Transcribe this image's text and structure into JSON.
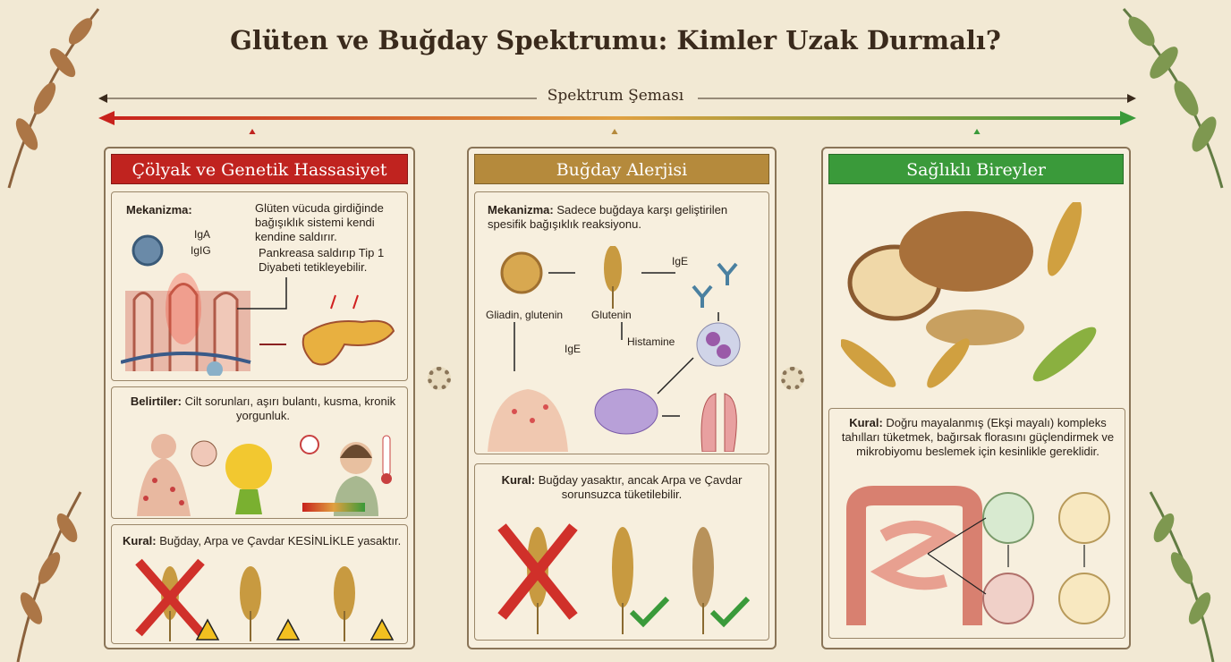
{
  "title": "Glüten ve Buğday Spektrumu: Kimler Uzak Durmalı?",
  "spectrum": {
    "label": "Spektrum Şeması",
    "colors": {
      "left": "#c8221c",
      "mid": "#e0a040",
      "right": "#3a9a3a"
    }
  },
  "panels": [
    {
      "title": "Çölyak ve Genetik Hassasiyet",
      "color": "#c0231f",
      "mechanism_label": "Mekanizma:",
      "mechanism_text": "Glüten vücuda girdiğinde bağışıklık sistemi kendi kendine saldırır.",
      "mechanism_text2": "Pankreasa saldırıp Tip 1 Diyabeti tetikleyebilir.",
      "antibodies": [
        "IgA",
        "IgIG"
      ],
      "symptoms_label": "Belirtiler:",
      "symptoms_text": "Cilt sorunları, aşırı bulantı, kusma, kronik yorgunluk.",
      "rule_label": "Kural:",
      "rule_text": "Buğday, Arpa ve Çavdar KESİNLİKLE yasaktır."
    },
    {
      "title": "Buğday Alerjisi",
      "color": "#b58a3c",
      "mechanism_label": "Mekanizma:",
      "mechanism_text": "Sadece buğdaya karşı geliştirilen spesifik bağışıklık reaksiyonu.",
      "diagram_labels": {
        "gliadin": "Gliadin, glutenin",
        "glutenin": "Glutenin",
        "ige1": "IgE",
        "ige2": "IgE",
        "histamine": "Histamine"
      },
      "rule_label": "Kural:",
      "rule_text": "Buğday yasaktır, ancak Arpa ve Çavdar sorunsuzca tüketilebilir."
    },
    {
      "title": "Sağlıklı Bireyler",
      "color": "#3a9a3a",
      "rule_label": "Kural:",
      "rule_text": "Doğru mayalanmış (Ekşi mayalı) kompleks tahılları tüketmek, bağırsak florasını güçlendirmek ve mikrobiyomu beslemek için kesinlikle gereklidir."
    }
  ]
}
